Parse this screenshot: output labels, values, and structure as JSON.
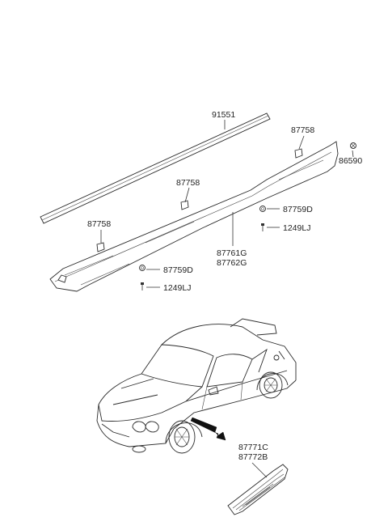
{
  "labels": {
    "p91551": "91551",
    "p87758_a": "87758",
    "p87758_b": "87758",
    "p87758_c": "87758",
    "p86590": "86590",
    "p87759d_a": "87759D",
    "p87759d_b": "87759D",
    "p1249lj_a": "1249LJ",
    "p1249lj_b": "1249LJ",
    "p87761g": "87761G",
    "p87762g": "87762G",
    "p87771c": "87771C",
    "p87772b": "87772B"
  }
}
